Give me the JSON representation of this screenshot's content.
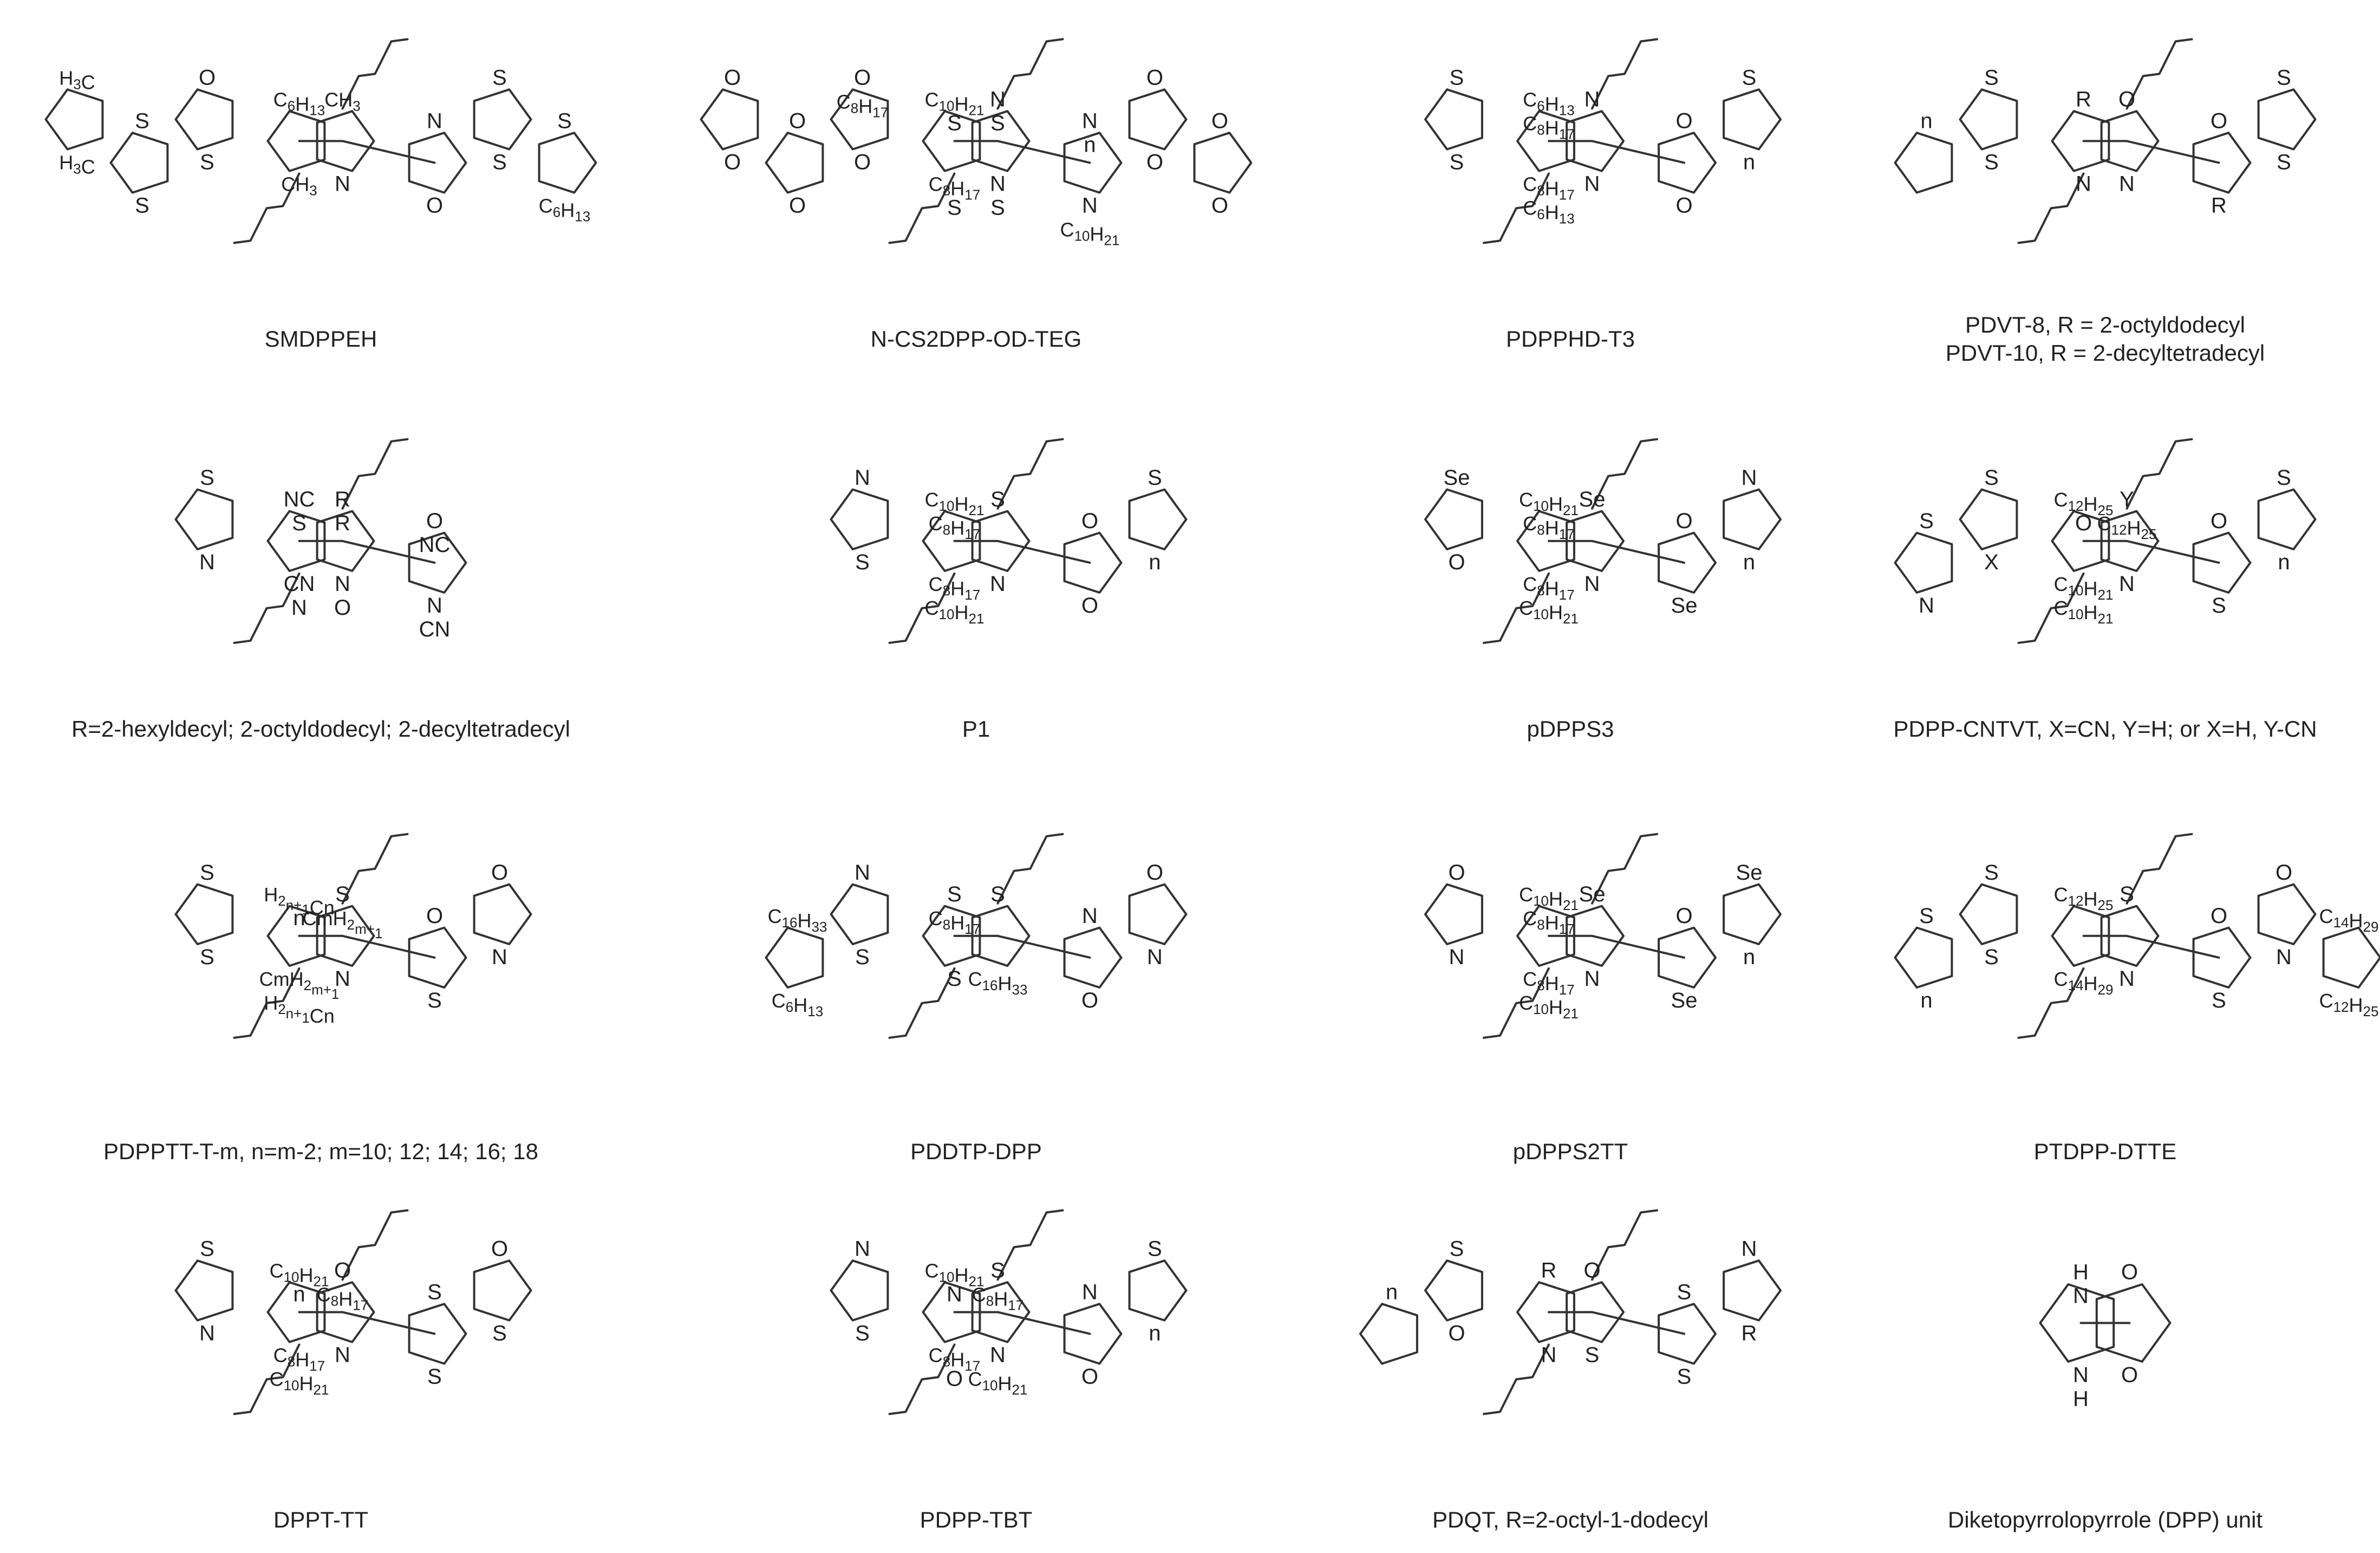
{
  "figure": {
    "structures": [
      {
        "id": "smdppeh",
        "caption": [
          "SMDPPEH"
        ],
        "atoms": [
          "C6H13",
          "CH3",
          "CH3",
          "N",
          "N",
          "O",
          "O",
          "S",
          "S",
          "S",
          "S",
          "S",
          "S",
          "C6H13",
          "H3C",
          "H3C"
        ]
      },
      {
        "id": "n-cs2dpp-od-teg",
        "caption": [
          "N-CS2DPP-OD-TEG"
        ],
        "atoms": [
          "C10H21",
          "C8H17",
          "N",
          "N",
          "N",
          "N",
          "O",
          "O",
          "O",
          "O",
          "O",
          "O",
          "O",
          "O",
          "O",
          "O",
          "S",
          "S",
          "S",
          "S",
          "n",
          "C10H21",
          "C8H17"
        ]
      },
      {
        "id": "pdpphd-t3",
        "caption": [
          "PDPPHD-T3"
        ],
        "atoms": [
          "C6H13",
          "C8H17",
          "N",
          "N",
          "O",
          "O",
          "S",
          "S",
          "S",
          "n",
          "C8H17",
          "C6H13"
        ]
      },
      {
        "id": "pdvt",
        "caption": [
          "PDVT-8, R = 2-octyldodecyl",
          "PDVT-10, R = 2-decyltetradecyl"
        ],
        "atoms": [
          "R",
          "N",
          "O",
          "N",
          "O",
          "R",
          "S",
          "S",
          "S",
          "S",
          "n"
        ]
      },
      {
        "id": "r-series",
        "caption": [
          "R=2-hexyldecyl; 2-octyldodecyl; 2-decyltetradecyl"
        ],
        "atoms": [
          "NC",
          "CN",
          "R",
          "N",
          "O",
          "N",
          "S",
          "N",
          "S",
          "N",
          "R",
          "O",
          "NC",
          "CN"
        ]
      },
      {
        "id": "p1",
        "caption": [
          "P1"
        ],
        "atoms": [
          "C10H21",
          "C8H17",
          "S",
          "N",
          "O",
          "O",
          "N",
          "S",
          "S",
          "n",
          "C8H17",
          "C10H21"
        ]
      },
      {
        "id": "pdpps3",
        "caption": [
          "pDPPS3"
        ],
        "atoms": [
          "C10H21",
          "C8H17",
          "Se",
          "N",
          "O",
          "Se",
          "Se",
          "O",
          "N",
          "n",
          "C8H17",
          "C10H21"
        ]
      },
      {
        "id": "pdpp-cntvt",
        "caption": [
          "PDPP-CNTVT, X=CN, Y=H; or X=H, Y-CN"
        ],
        "atoms": [
          "C12H25",
          "C10H21",
          "Y",
          "N",
          "O",
          "S",
          "S",
          "X",
          "S",
          "n",
          "S",
          "N",
          "O",
          "C10H21",
          "C12H25"
        ]
      },
      {
        "id": "pdppttt-t-m",
        "caption": [
          "PDPPTT-T-m, n=m-2; m=10; 12; 14; 16; 18"
        ],
        "atoms": [
          "H2n+1Cn",
          "CmH2m+1",
          "S",
          "N",
          "O",
          "S",
          "S",
          "S",
          "O",
          "N",
          "n",
          "H2n+1Cn",
          "CmH2m+1"
        ]
      },
      {
        "id": "pddtp-dpp",
        "caption": [
          "PDDTP-DPP"
        ],
        "atoms": [
          "S",
          "S",
          "S",
          "C16H33",
          "N",
          "O",
          "N",
          "S",
          "O",
          "N",
          "C16H33",
          "C6H13",
          "C8H17"
        ]
      },
      {
        "id": "pdpps2tt",
        "caption": [
          "pDPPS2TT"
        ],
        "atoms": [
          "C10H21",
          "C8H17",
          "Se",
          "N",
          "O",
          "Se",
          "O",
          "N",
          "Se",
          "n",
          "C8H17",
          "C10H21"
        ]
      },
      {
        "id": "ptdpp-dtte",
        "caption": [
          "PTDPP-DTTE"
        ],
        "atoms": [
          "C12H25",
          "C14H29",
          "S",
          "N",
          "O",
          "S",
          "S",
          "S",
          "O",
          "N",
          "S",
          "n",
          "C14H29",
          "C12H25"
        ]
      },
      {
        "id": "dppt-tt",
        "caption": [
          "DPPT-TT"
        ],
        "atoms": [
          "C10H21",
          "C8H17",
          "O",
          "N",
          "S",
          "S",
          "S",
          "N",
          "O",
          "S",
          "n",
          "C10H21",
          "C8H17"
        ]
      },
      {
        "id": "pdpp-tbt",
        "caption": [
          "PDPP-TBT"
        ],
        "atoms": [
          "C10H21",
          "C8H17",
          "S",
          "N",
          "N",
          "O",
          "N",
          "S",
          "S",
          "n",
          "N",
          "O",
          "C8H17",
          "C10H21"
        ]
      },
      {
        "id": "pdqt",
        "caption": [
          "PDQT, R=2-octyl-1-dodecyl"
        ],
        "atoms": [
          "R",
          "N",
          "O",
          "S",
          "S",
          "S",
          "S",
          "O",
          "N",
          "R",
          "n"
        ]
      },
      {
        "id": "dpp-unit",
        "caption": [
          "Diketopyrrolopyrrole (DPP) unit"
        ],
        "atoms": [
          "H",
          "N",
          "O",
          "O",
          "N",
          "H"
        ]
      }
    ]
  }
}
